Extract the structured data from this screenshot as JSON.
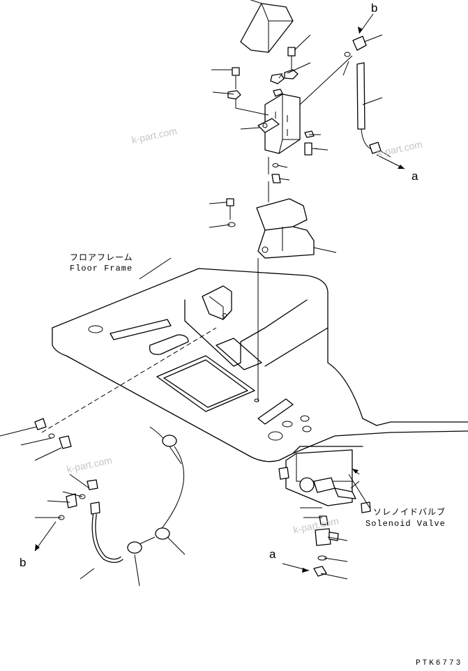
{
  "labels": {
    "floor_frame_jp": "フロアフレーム",
    "floor_frame_en": "Floor Frame",
    "solenoid_valve_jp": "ソレノイドバルブ",
    "solenoid_valve_en": "Solenoid Valve"
  },
  "references": {
    "ref_b_top": "b",
    "ref_a_right": "a",
    "ref_b_left": "b",
    "ref_a_bottom": "a"
  },
  "watermarks": [
    "k-part.com",
    "k-part.com",
    "k-part.com",
    "k-part.com"
  ],
  "drawing_code": "PTK6773"
}
